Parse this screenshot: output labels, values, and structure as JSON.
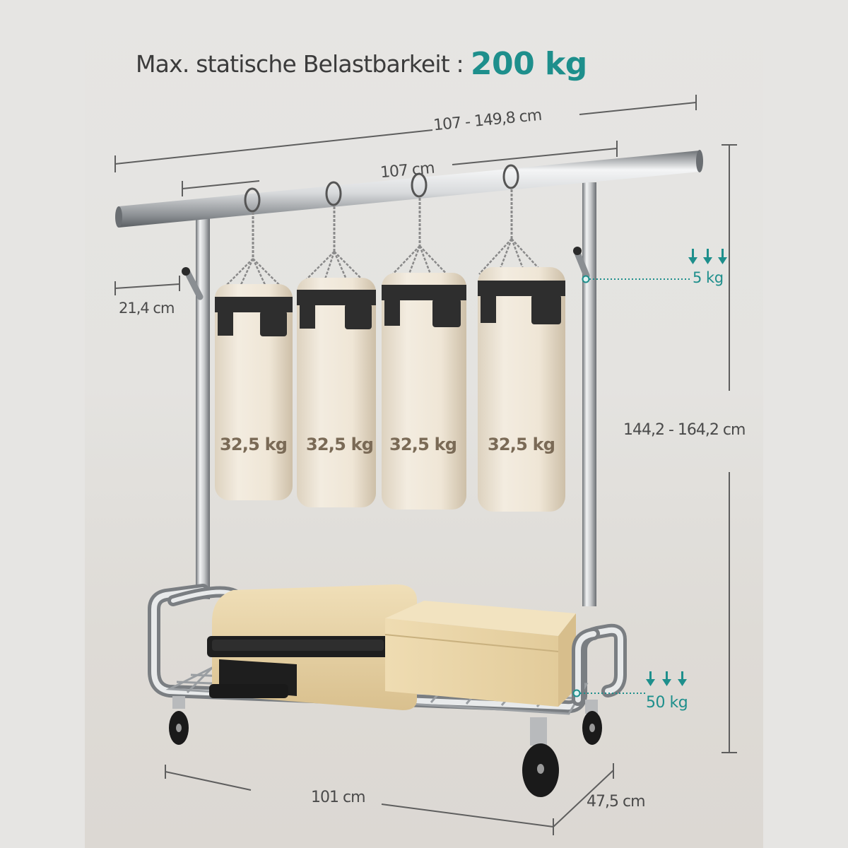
{
  "header": {
    "title_label": "Max. statische Belastbarkeit :",
    "title_value": "200 kg"
  },
  "dimensions": {
    "rail_extended": "107 - 149,8 cm",
    "rail_base": "107 cm",
    "hook_length": "21,4 cm",
    "height": "144,2 - 164,2 cm",
    "base_width": "101 cm",
    "depth": "47,5 cm"
  },
  "loads": {
    "hook": "5 kg",
    "shelf": "50 kg"
  },
  "bags": [
    {
      "label": "32,5 kg"
    },
    {
      "label": "32,5 kg"
    },
    {
      "label": "32,5 kg"
    },
    {
      "label": "32,5 kg"
    }
  ],
  "icons": {
    "down_arrow": "arrow-down"
  },
  "colors": {
    "accent": "#1e8f8c",
    "text": "#3b3b3b",
    "bag": "#efe6d6",
    "bag_label": "#7a6a56",
    "luggage": "#e8d4a8",
    "chrome": "#b9bcbf",
    "background": "#e6e5e3"
  }
}
